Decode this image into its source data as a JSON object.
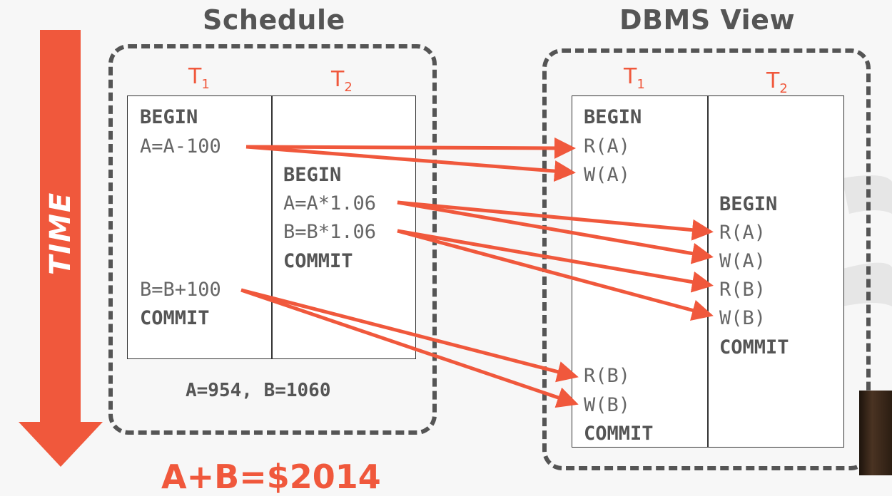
{
  "time_label": "TIME",
  "schedule": {
    "title": "Schedule",
    "t1": {
      "name": "T",
      "sub": "1"
    },
    "t2": {
      "name": "T",
      "sub": "2"
    },
    "t1_ops": [
      "BEGIN",
      "A=A-100",
      "B=B+100",
      "COMMIT"
    ],
    "t2_ops": [
      "BEGIN",
      "A=A*1.06",
      "B=B*1.06",
      "COMMIT"
    ],
    "result": "A=954, B=1060"
  },
  "dbms": {
    "title": "DBMS View",
    "t1": {
      "name": "T",
      "sub": "1"
    },
    "t2": {
      "name": "T",
      "sub": "2"
    },
    "t1_ops": [
      "BEGIN",
      "R(A)",
      "W(A)",
      "R(B)",
      "W(B)",
      "COMMIT"
    ],
    "t2_ops": [
      "BEGIN",
      "R(A)",
      "W(A)",
      "R(B)",
      "W(B)",
      "COMMIT"
    ]
  },
  "bottom_text": "A+B=$2014",
  "colors": {
    "accent": "#f0583c",
    "frame": "#555555",
    "text": "#666666"
  }
}
